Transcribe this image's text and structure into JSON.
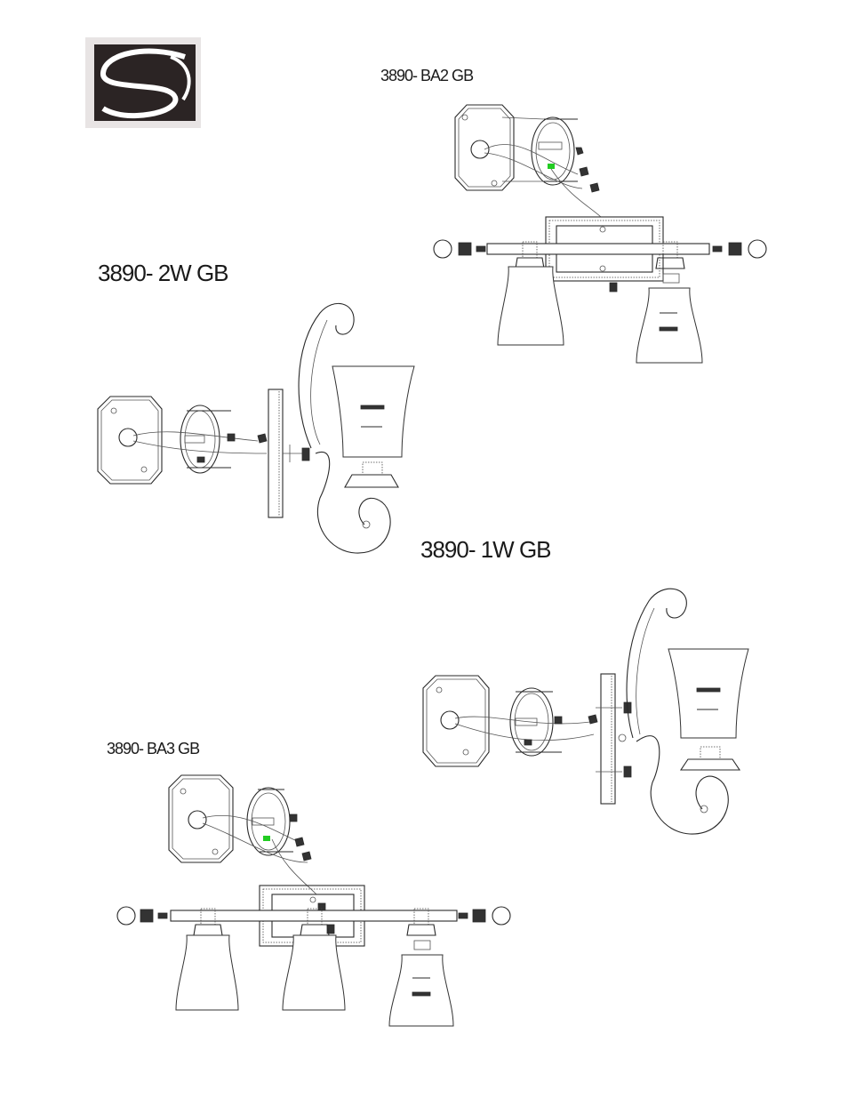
{
  "logo": {
    "icon": "brand-swirl-logo",
    "background": "#2b2424",
    "swirl": "#ffffff"
  },
  "labels": {
    "ba2": "3890- BA2  GB",
    "w2": "3890- 2W GB",
    "w1": "3890- 1W GB",
    "ba3": "3890- BA3  GB"
  },
  "colors": {
    "line": "#2a2a2a",
    "wire_nut_highlight": "#22cc22"
  }
}
